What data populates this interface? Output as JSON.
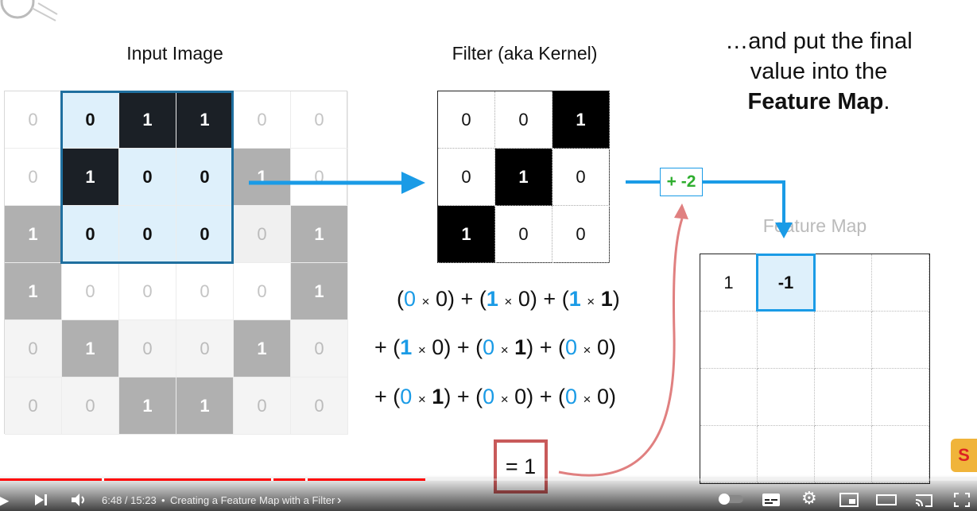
{
  "labels": {
    "input_title": "Input Image",
    "filter_title": "Filter (aka Kernel)",
    "fmap_title": "Feature Map",
    "caption_line1": "…and put the final",
    "caption_line2": "value into the",
    "caption_bold": "Feature Map",
    "caption_period": "."
  },
  "input_grid": [
    [
      "0",
      "0",
      "1",
      "1",
      "0",
      "0"
    ],
    [
      "0",
      "1",
      "0",
      "0",
      "1",
      "0"
    ],
    [
      "1",
      "0",
      "0",
      "0",
      "0",
      "1"
    ],
    [
      "1",
      "0",
      "0",
      "0",
      "0",
      "1"
    ],
    [
      "0",
      "1",
      "0",
      "0",
      "1",
      "0"
    ],
    [
      "0",
      "0",
      "1",
      "1",
      "0",
      "0"
    ]
  ],
  "filter_grid": [
    [
      "0",
      "0",
      "1"
    ],
    [
      "0",
      "1",
      "0"
    ],
    [
      "1",
      "0",
      "0"
    ]
  ],
  "fmap_grid": [
    [
      "1",
      "-1",
      "",
      ""
    ],
    [
      "",
      "",
      "",
      ""
    ],
    [
      "",
      "",
      "",
      ""
    ],
    [
      "",
      "",
      "",
      ""
    ]
  ],
  "bias_label": "+ -2",
  "equation": {
    "open": "(",
    "close": ")",
    "plus": "+",
    "times": "×",
    "lead_plus": "+",
    "rows": [
      [
        [
          "0",
          "0"
        ],
        [
          "1",
          "0"
        ],
        [
          "1",
          "1"
        ]
      ],
      [
        [
          "1",
          "0"
        ],
        [
          "0",
          "1"
        ],
        [
          "0",
          "0"
        ]
      ],
      [
        [
          "0",
          "1"
        ],
        [
          "0",
          "0"
        ],
        [
          "0",
          "0"
        ]
      ]
    ],
    "result": "= 1"
  },
  "player": {
    "time": "6:48 / 15:23",
    "separator": "•",
    "chapter": "Creating a Feature Map with a Filter",
    "progress": 0.435
  },
  "colors": {
    "blue": "#1a9be6",
    "highlight": "#def0fb",
    "result_box": "#c85a5a",
    "bias_text": "#2fae2f"
  }
}
